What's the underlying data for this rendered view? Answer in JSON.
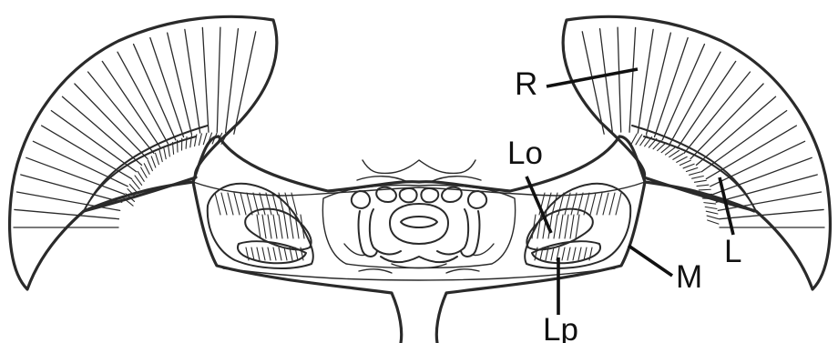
{
  "labels": {
    "R": "R",
    "Lo": "Lo",
    "L": "L",
    "M": "M",
    "Lp": "Lp"
  }
}
